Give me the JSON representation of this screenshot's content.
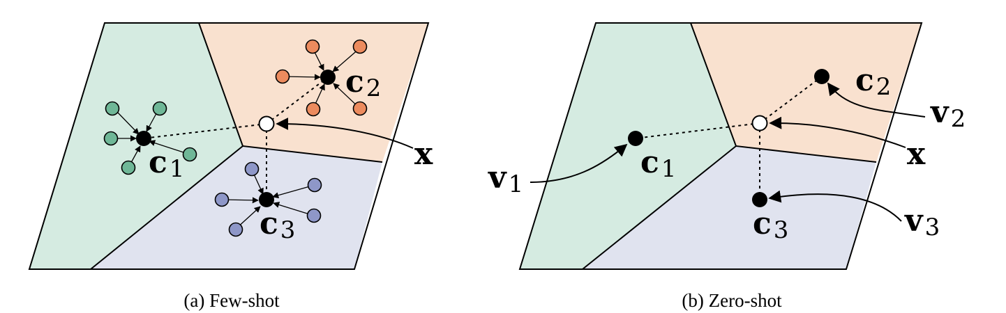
{
  "panels": [
    {
      "caption": "(a) Few-shot",
      "prototypes": [
        {
          "symbol": "c",
          "subscript": "1"
        },
        {
          "symbol": "c",
          "subscript": "2"
        },
        {
          "symbol": "c",
          "subscript": "3"
        }
      ],
      "query": {
        "symbol": "x"
      }
    },
    {
      "caption": "(b) Zero-shot",
      "prototypes": [
        {
          "symbol": "c",
          "subscript": "1"
        },
        {
          "symbol": "c",
          "subscript": "2"
        },
        {
          "symbol": "c",
          "subscript": "3"
        }
      ],
      "vectors": [
        {
          "symbol": "v",
          "subscript": "1"
        },
        {
          "symbol": "v",
          "subscript": "2"
        },
        {
          "symbol": "v",
          "subscript": "3"
        }
      ],
      "query": {
        "symbol": "x"
      }
    }
  ],
  "colors": {
    "region_green": "#d5ebe1",
    "region_orange": "#f9e1cf",
    "region_blue": "#e0e3ef",
    "dot_green": "#6fb797",
    "dot_orange": "#ec8b5e",
    "dot_blue": "#8e97c8"
  }
}
